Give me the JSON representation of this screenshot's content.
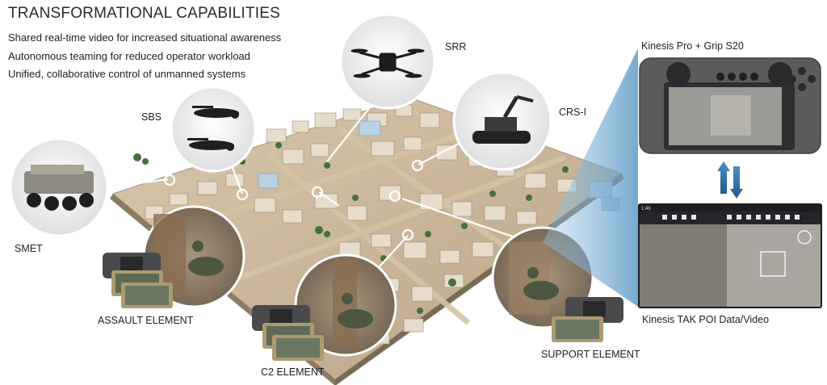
{
  "header": {
    "title": "TRANSFORMATIONAL CAPABILITIES",
    "bullets": [
      "Shared real-time video for increased situational awareness",
      "Autonomous teaming for reduced operator workload",
      "Unified, collaborative control of unmanned systems"
    ]
  },
  "labels": {
    "srr": "SRR",
    "sbs": "SBS",
    "crsi": "CRS-I",
    "smet": "SMET",
    "assault": "ASSAULT ELEMENT",
    "c2": "C2 ELEMENT",
    "support": "SUPPORT ELEMENT",
    "kinesis_pro": "Kinesis Pro + Grip S20",
    "kinesis_tak": "Kinesis TAK POI Data/Video"
  },
  "tablet": {
    "status_time": "1:46"
  },
  "colors": {
    "ground": "#c8b59a",
    "building": "#e3d8c6",
    "roof": "#cfc1aa",
    "palm": "#3f6b3a",
    "circle_border": "#ffffff",
    "connector": "#ffffff",
    "beam": "#7fb2d6",
    "arrow": "#2b6ea6",
    "device_shell": "#5a5a5c",
    "screen_dark": "#2e2f31"
  }
}
